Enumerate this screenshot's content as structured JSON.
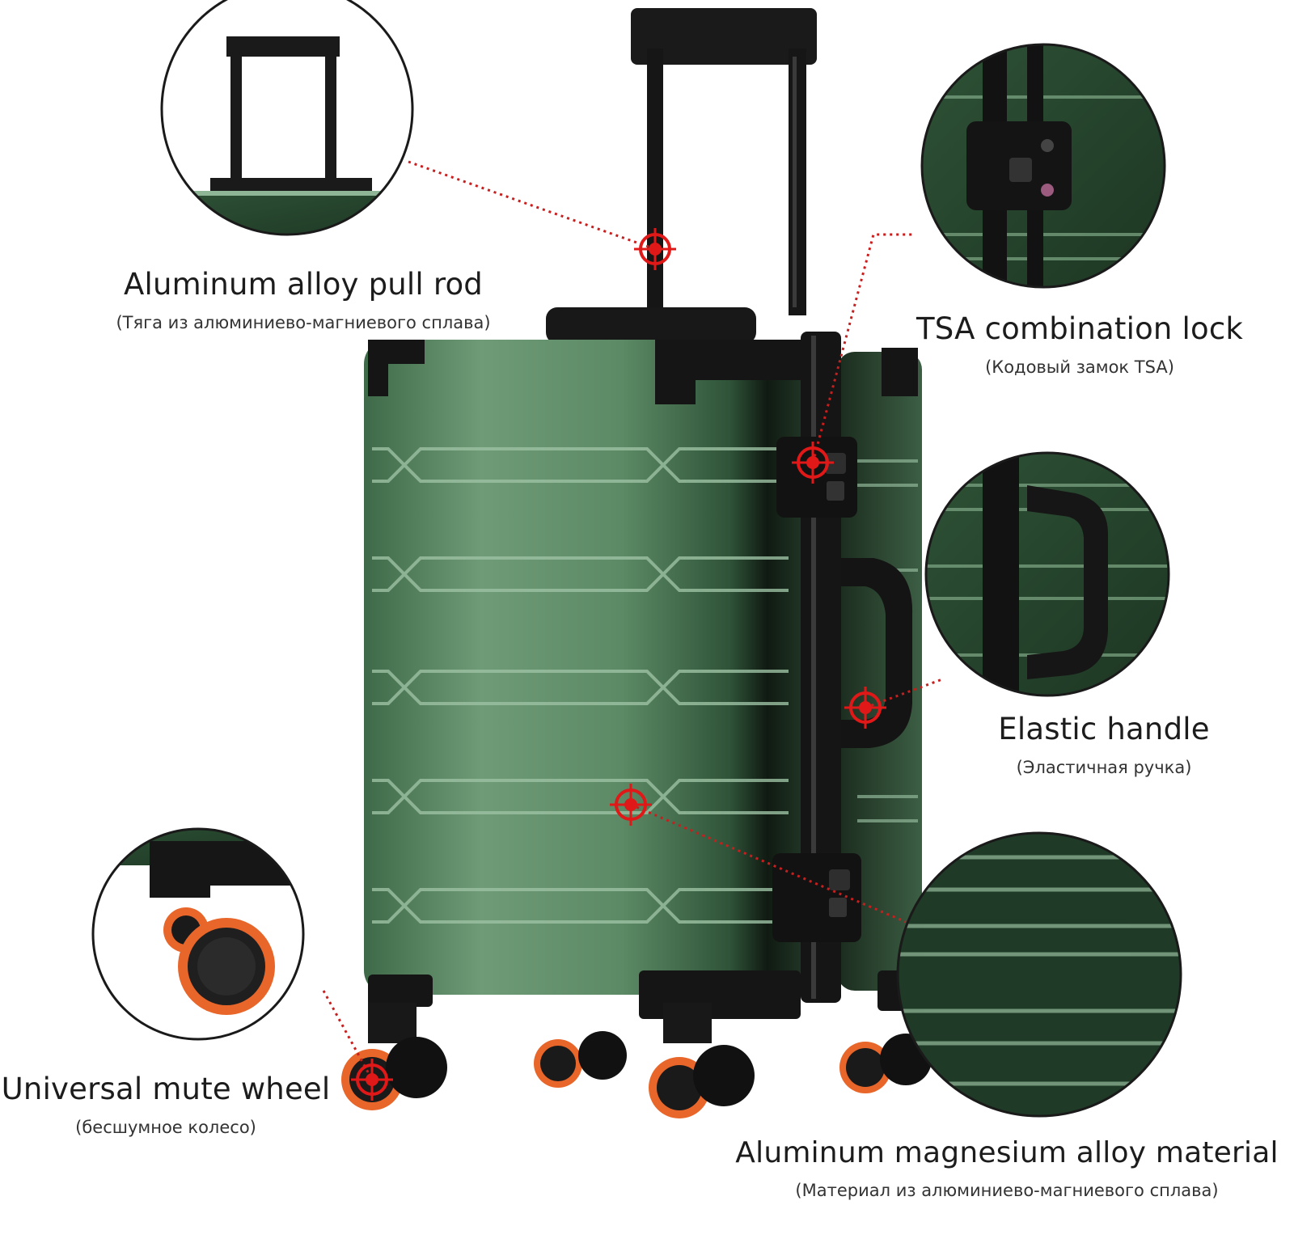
{
  "labels": {
    "pull_rod": {
      "title": "Aluminum alloy pull rod",
      "subtitle": "(Тяга из алюминиево-магниевого сплава)"
    },
    "tsa_lock": {
      "title": "TSA combination lock",
      "subtitle": "(Кодовый замок TSA)"
    },
    "handle": {
      "title": "Elastic handle",
      "subtitle": "(Эластичная ручка)"
    },
    "wheel": {
      "title": "Universal mute wheel",
      "subtitle": "(бесшумное колесо)"
    },
    "material": {
      "title": "Aluminum magnesium alloy material",
      "subtitle": "(Материал из алюминиево-магниевого сплава)"
    }
  },
  "colors": {
    "shell": "#4d7a57",
    "shell_dark": "#2b4a33",
    "frame": "#141414",
    "marker": "#e01818",
    "wheel_accent": "#e8662a"
  },
  "icons": [
    "target-marker-icon"
  ]
}
